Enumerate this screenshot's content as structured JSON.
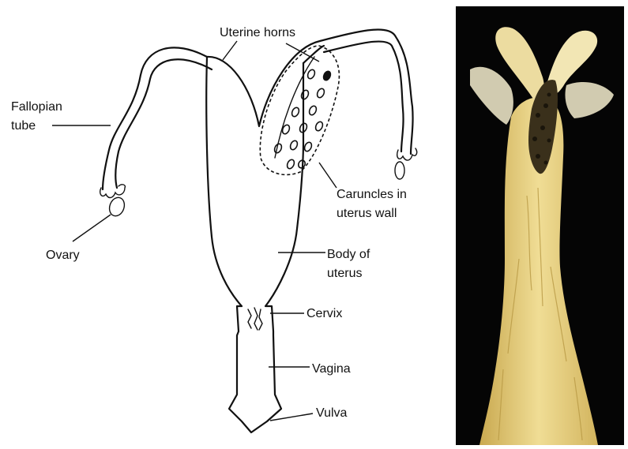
{
  "labels": {
    "uterine_horns": "Uterine horns",
    "fallopian_1": "Fallopian",
    "fallopian_2": "tube",
    "ovary": "Ovary",
    "caruncles_1": "Caruncles in",
    "caruncles_2": "uterus wall",
    "body_1": "Body of",
    "body_2": "uterus",
    "cervix": "Cervix",
    "vagina": "Vagina",
    "vulva": "Vulva"
  },
  "colors": {
    "line": "#111111",
    "photo_background": "#050505",
    "tissue": "#e8d68a",
    "tissue_light": "#f4ecc4",
    "tissue_shadow": "#b99a45",
    "caruncle_dark": "#2b2416"
  }
}
